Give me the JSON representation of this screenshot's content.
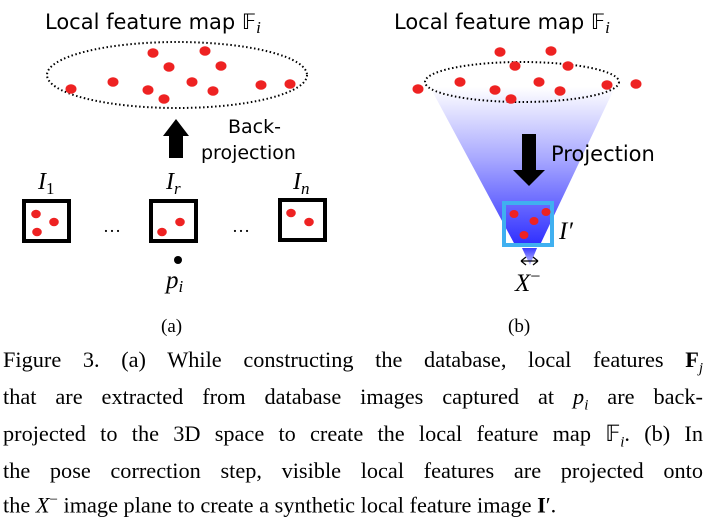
{
  "panel_a": {
    "title": "Local feature map 𝔽",
    "title_sub": "i",
    "arrow_label_line1": "Back-",
    "arrow_label_line2": "projection",
    "images": [
      {
        "label": "I",
        "sub": "1"
      },
      {
        "label": "I",
        "sub": "r"
      },
      {
        "label": "I",
        "sub": "n"
      }
    ],
    "ellipsis": "…",
    "position_label": "p",
    "position_sub": "i",
    "panel_label": "(a)"
  },
  "panel_b": {
    "title": "Local feature map 𝔽",
    "title_sub": "i",
    "arrow_label": "Projection",
    "image_label": "I′",
    "camera_label": "X",
    "camera_sup": "−",
    "panel_label": "(b)"
  },
  "colors": {
    "feature_point": "#ee2222",
    "frustum_top": "#ffffff",
    "frustum_bottom": "#2f2fff",
    "image_frame": "#40b0f0"
  },
  "caption": {
    "line1_a": "Figure 3.   (a) While constructing the database, local features ",
    "line1_sym": "F",
    "line1_sub": "j",
    "line2_a": "that are extracted from database images captured at ",
    "line2_sym": "p",
    "line2_sub": "i",
    "line2_b": " are back-",
    "line3_a": "projected to the 3D space to create the local feature map 𝔽",
    "line3_sub": "i",
    "line3_b": ". (b) In",
    "line4": "the pose correction step, visible local features are projected onto",
    "line5_a": "the ",
    "line5_sym": "X",
    "line5_sup": "−",
    "line5_b": " image plane to create a synthetic local feature image ",
    "line5_sym2": "I",
    "line5_end": "′."
  }
}
